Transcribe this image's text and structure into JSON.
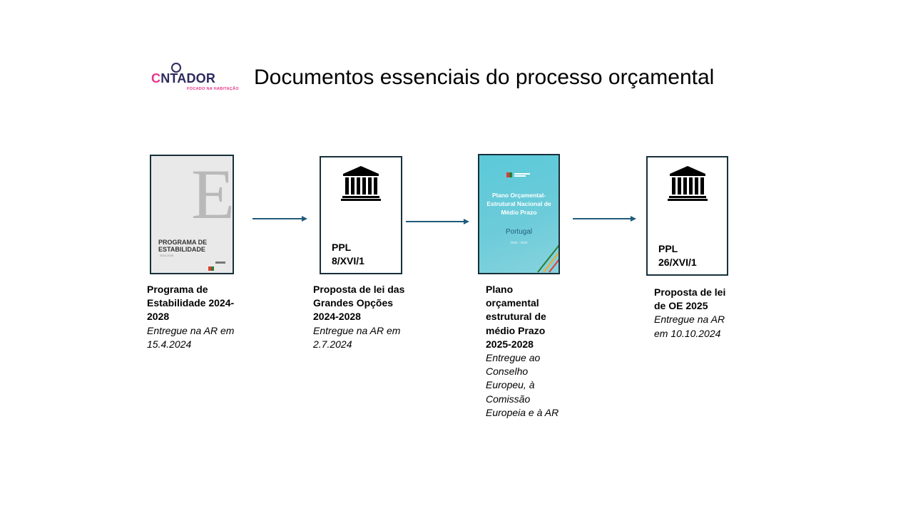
{
  "logo": {
    "wordmark_prefix": "C",
    "wordmark_rest": "NTADOR",
    "tagline": "FOCADO NA HABITAÇÃO",
    "brand_color": "#2d2a5e",
    "accent_color": "#e8348a"
  },
  "title": "Documentos essenciais do processo orçamental",
  "steps": [
    {
      "cover": {
        "title": "PROGRAMA DE ESTABILIDADE",
        "years": "2024-2028"
      },
      "caption_title": "Programa de Estabilidade 2024-2028",
      "caption_note": "Entregue na AR em 15.4.2024"
    },
    {
      "icon": "parliament-icon",
      "box_label": "PPL\n8/XVI/1",
      "caption_title": "Proposta de lei das Grandes Opções 2024-2028",
      "caption_note": "Entregue na AR em 2.7.2024"
    },
    {
      "cover": {
        "title": "Plano Orçamental-Estrutural Nacional de Médio Prazo",
        "country": "Portugal",
        "years": "2025 - 2028"
      },
      "caption_title": "Plano orçamental estrutural de médio Prazo 2025-2028",
      "caption_note": "Entregue ao Conselho Europeu,  à Comissão Europeia e à AR"
    },
    {
      "icon": "parliament-icon",
      "box_label": "PPL\n26/XVI/1",
      "caption_title": "Proposta de lei de OE 2025",
      "caption_note": "Entregue na AR em 10.10.2024"
    }
  ],
  "colors": {
    "box_border": "#17303a",
    "arrow": "#1f5c7a",
    "cover3_bg": "#5bc9d9"
  }
}
